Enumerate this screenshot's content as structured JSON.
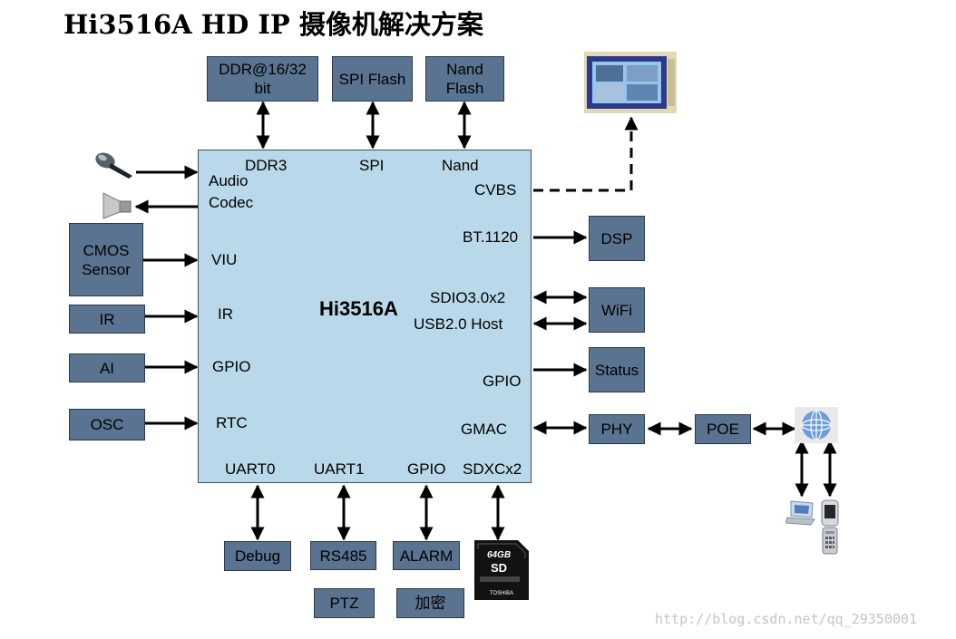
{
  "title": "Hi3516A HD IP 摄像机解决方案",
  "chip": {
    "name": "Hi3516A",
    "pins": {
      "ddr3": "DDR3",
      "spi": "SPI",
      "nand": "Nand",
      "audio_codec": "Audio\nCodec",
      "cvbs": "CVBS",
      "bt1120": "BT.1120",
      "viu": "VIU",
      "sdio": "SDIO3.0x2",
      "usb": "USB2.0 Host",
      "ir": "IR",
      "gpio_left": "GPIO",
      "gpio_right": "GPIO",
      "rtc": "RTC",
      "gmac": "GMAC",
      "uart0": "UART0",
      "uart1": "UART1",
      "gpio_bottom": "GPIO",
      "sdxc": "SDXCx2"
    }
  },
  "blocks": {
    "ddr": "DDR@16/32\nbit",
    "spi_flash": "SPI Flash",
    "nand_flash": "Nand\nFlash",
    "cmos": "CMOS\nSensor",
    "ir": "IR",
    "ai": "AI",
    "osc": "OSC",
    "dsp": "DSP",
    "wifi": "WiFi",
    "status": "Status",
    "phy": "PHY",
    "poe": "POE",
    "debug": "Debug",
    "rs485": "RS485",
    "alarm": "ALARM",
    "ptz": "PTZ",
    "encrypt": "加密"
  },
  "sd_card": {
    "capacity": "64GB",
    "brand": "TOSHIBA"
  },
  "watermark": "http://blog.csdn.net/qq_29350001",
  "colors": {
    "chip_fill": "#b9d9ea",
    "block_fill": "#5a7391",
    "wire": "#000000"
  }
}
